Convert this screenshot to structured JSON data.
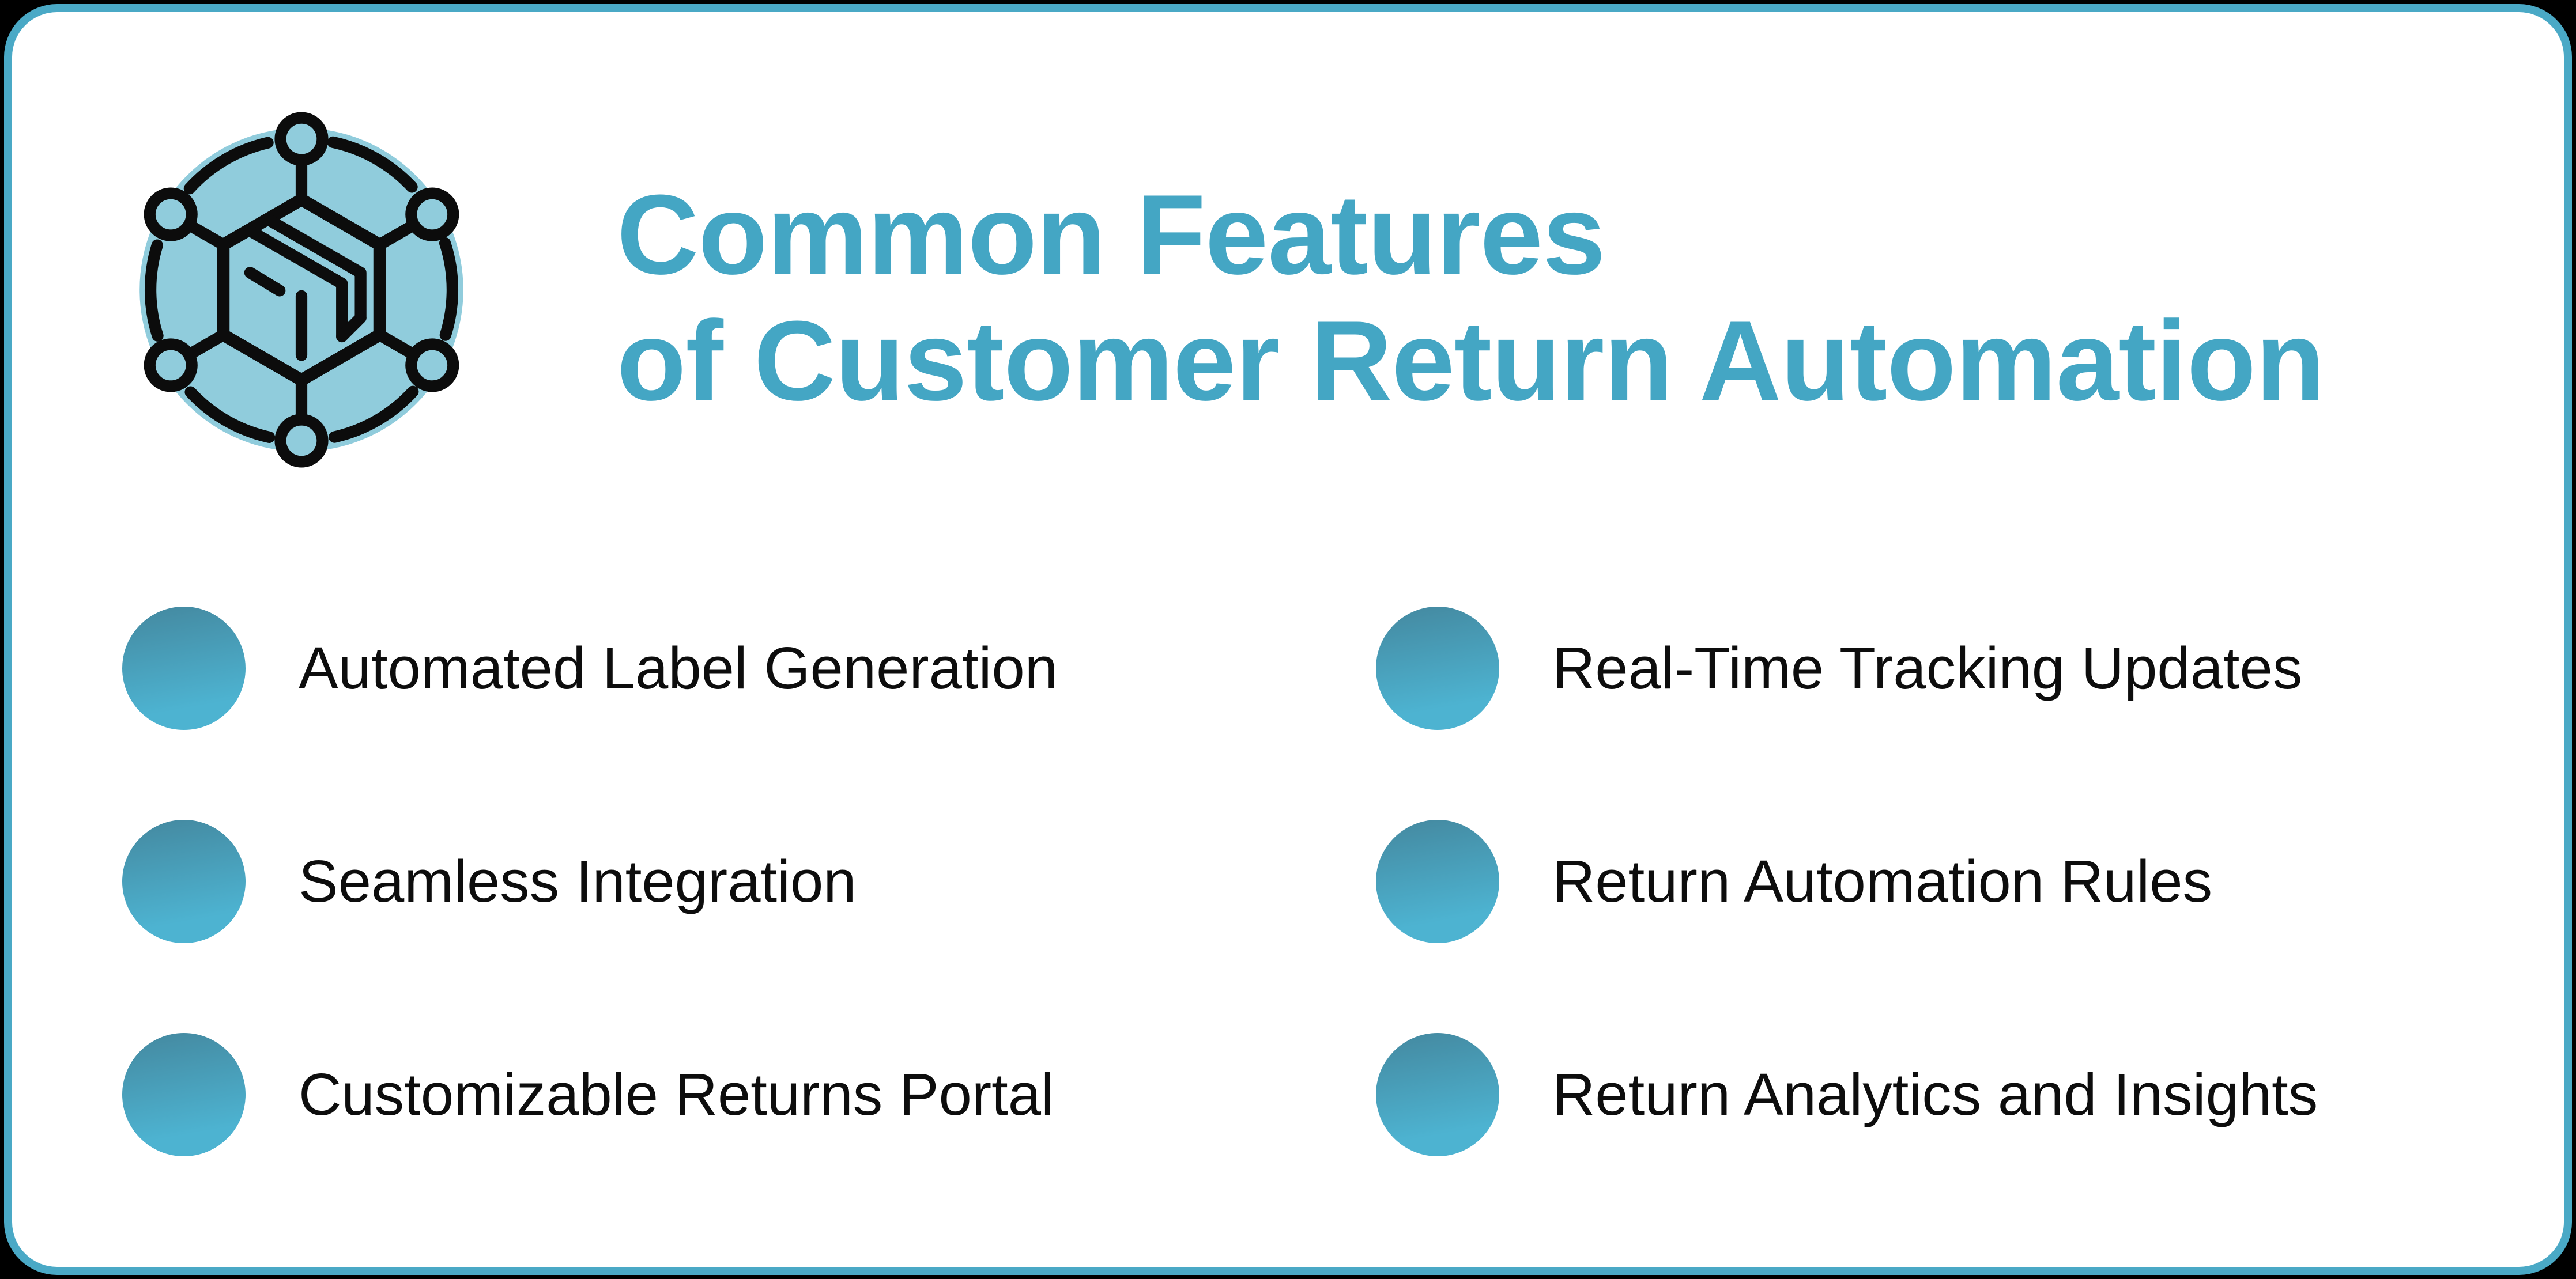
{
  "card": {
    "background": "#ffffff",
    "border_color": "#4aa9c6",
    "page_background": "#000000"
  },
  "header": {
    "title_line1": "Common Features",
    "title_line2": "of Customer Return Automation",
    "title_color": "#44a6c4",
    "icon": {
      "name": "package-network-icon",
      "background_color": "#90ccdc",
      "line_color": "#0c0c0c"
    }
  },
  "features": {
    "bullet_gradient_top": "#44889f",
    "bullet_gradient_bottom": "#4db3d1",
    "text_color": "#0d0d0d",
    "left": [
      "Automated Label Generation",
      "Seamless Integration",
      "Customizable Returns Portal"
    ],
    "right": [
      "Real-Time Tracking Updates",
      "Return Automation Rules",
      "Return Analytics and Insights"
    ]
  }
}
